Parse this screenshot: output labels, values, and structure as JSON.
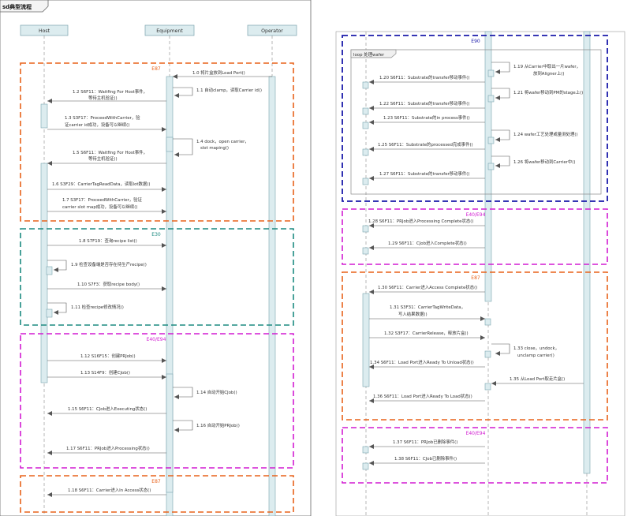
{
  "diagram": {
    "title": "sd典型流程",
    "participants": [
      "Host",
      "Equipment",
      "Operator"
    ],
    "left_groups": [
      {
        "label": "E87",
        "color": "#e8621a"
      },
      {
        "label": "E30",
        "color": "#1c8a80"
      },
      {
        "label": "E40/E94",
        "color": "#d21cd2"
      },
      {
        "label": "E87",
        "color": "#e8621a"
      }
    ],
    "right_groups": [
      {
        "label": "E90",
        "color": "#1a1aaa"
      },
      {
        "label": "E40/E94",
        "color": "#d21cd2"
      },
      {
        "label": "E87",
        "color": "#e8621a"
      },
      {
        "label": "E40/E94",
        "color": "#d21cd2"
      }
    ],
    "loop_label": "loop 处理wafer",
    "left_messages": [
      "1.0 将片盒放到Load Port()",
      "1.1 自动clamp，读取Carrier id()",
      "1.2 S6F11：Waitfing For Host事件，",
      "等待主机验证()",
      "1.3 S3F17：ProceedWithCarrier，验",
      "证carrier id成功，设备可以继续()",
      "1.4 dock，open carrier，",
      "slot maping()",
      "1.5 S6F11：Waitfing For Host事件，",
      "等待主机验证()",
      "1.6 S3F29：CarrierTagReadData，读取lot数据()",
      "1.7 S3F17：ProceedWithCarrier，验证",
      "carrier slot map成功，设备可以继续()",
      "1.8 S7F19：查询recipe list()",
      "1.9 检查设备端是否存在待生产recipe()",
      "1.10 S7F3：获取recipe body()",
      "1.11 检查recipe修改情况()",
      "1.12 S16F15：创建PRJob()",
      "1.13 S14F9：创建CJob()",
      "1.14 自动开始CJob()",
      "1.15 S6F11：CJob进入Executing状态()",
      "1.16 自动开始PRJob()",
      "1.17 S6F11：PRJob进入Processing状态()",
      "1.18 S6F11：Carrier进入In Access状态()"
    ],
    "right_messages": [
      "1.19 从Carrier中取出一片wafer，",
      "放到Aligner上()",
      "1.20 S6F11：Substrate的transfer移动事件()",
      "1.21 将wafer移动到PM的stage上()",
      "1.22 S6F11：Substrate的transfer移动事件()",
      "1.23 S6F11：Substrate的in process事件()",
      "1.24 wafer工艺处理或量测处理()",
      "1.25 S6F11：Substrate的processed完成事件()",
      "1.26 将wafer移动到Carrier中()",
      "1.27 S6F11：Substrate的transfer移动事件()",
      "1.28 S6F11：PRJob进入Processing Complete状态()",
      "1.29 S6F11：CJob进入Complete状态()",
      "1.30 S6F11：Carrier进入Access Complete状态()",
      "1.31 S3F31：CarrierTagWriteData，",
      "写入结果数据()",
      "1.32 S3F17：CarrierRelease，释放片盒()",
      "1.33 close，undock，",
      "unclamp carrier()",
      "1.34 S6F11：Load Port进入Ready To Unload状态()",
      "1.35 从Load Port取走片盒()",
      "1.36 S6F11：Load Port进入Ready To Load状态()",
      "1.37 S6F11：PRJob已删除事件()",
      "1.38 S6F11：CJob已删除事件()"
    ]
  }
}
